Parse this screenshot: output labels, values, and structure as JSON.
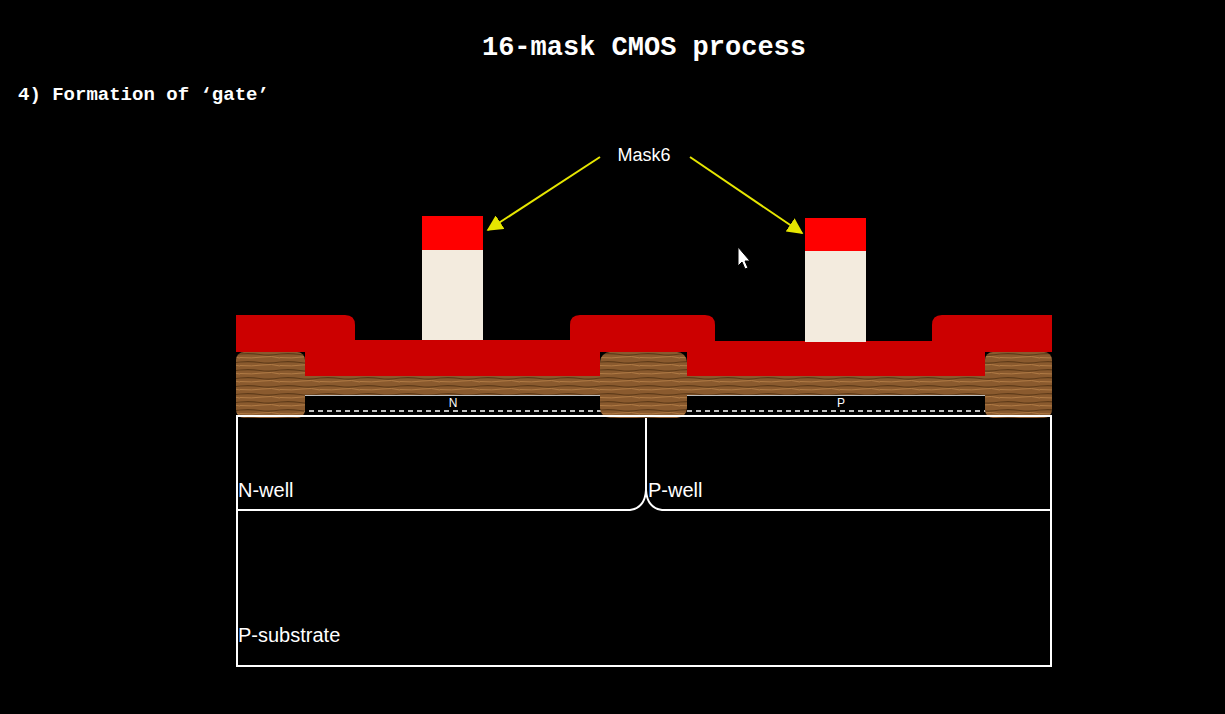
{
  "diagram": {
    "title": "16-mask CMOS process",
    "nodes": [
      {
        "text": [
          "P-substrate"
        ]
      },
      {
        "text": [
          "N-well"
        ],
        "in": 0
      },
      {
        "text": [
          "P-well"
        ],
        "in": 0
      }
    ],
    "labels": [
      "4) Formation of ‘gate’",
      "Mask6",
      "N",
      "P"
    ]
  }
}
